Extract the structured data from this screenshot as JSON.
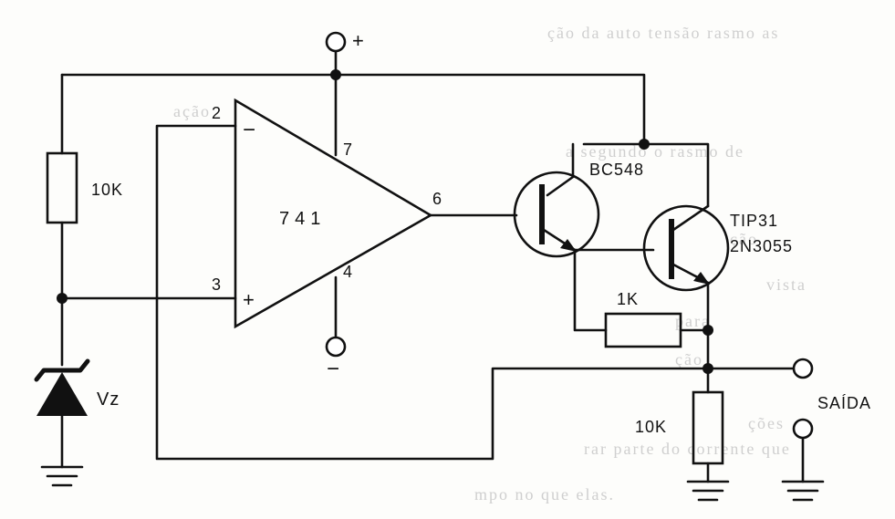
{
  "opamp": {
    "label": "741",
    "pin_inverting": "2",
    "pin_noninverting": "3",
    "pin_vplus": "7",
    "pin_vminus": "4",
    "pin_output": "6",
    "sign_minus": "−",
    "sign_plus": "+"
  },
  "supply": {
    "positive": "+",
    "negative": "−"
  },
  "resistors": {
    "r_top_left": "10K",
    "r_emitter": "1K",
    "r_load": "10K"
  },
  "zener": {
    "label": "Vz"
  },
  "transistors": {
    "driver": "BC548",
    "power_line1": "TIP31",
    "power_line2": "2N3055"
  },
  "output": {
    "label": "SAÍDA"
  },
  "show_through": [
    "ção da auto tensão rasmo as",
    "ação",
    "a segundo o rasmo de",
    "ção",
    "vista",
    "para",
    "ção",
    "ções",
    "rar parte do corrente que",
    "mpo no que elas."
  ]
}
